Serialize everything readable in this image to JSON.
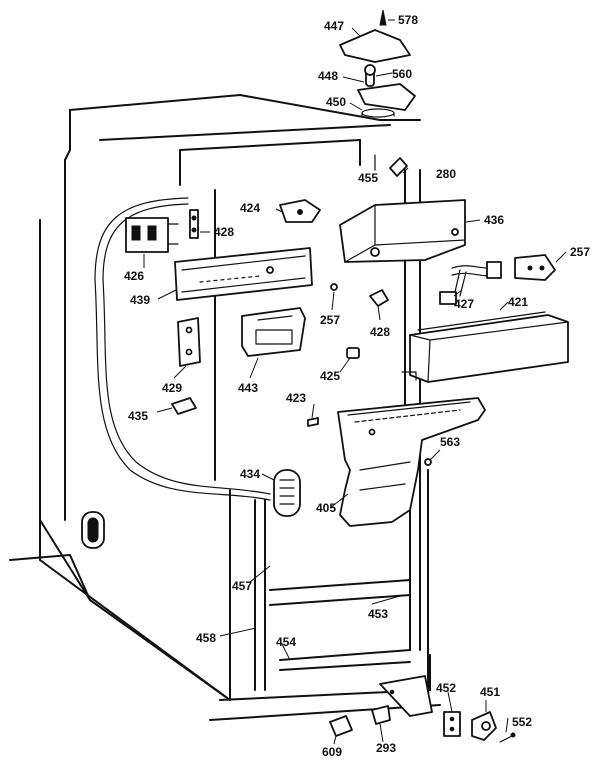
{
  "labels": {
    "p447": "447",
    "p578": "578",
    "p448": "448",
    "p560": "560",
    "p450": "450",
    "p455": "455",
    "p280": "280",
    "p424": "424",
    "p428a": "428",
    "p436": "436",
    "p426": "426",
    "p257a": "257",
    "p439": "439",
    "p427": "427",
    "p421": "421",
    "p257b": "257",
    "p428b": "428",
    "p429": "429",
    "p443": "443",
    "p425": "425",
    "p423": "423",
    "p435": "435",
    "p563": "563",
    "p434": "434",
    "p405": "405",
    "p457": "457",
    "p453": "453",
    "p458": "458",
    "p454": "454",
    "p452": "452",
    "p451": "451",
    "p552": "552",
    "p609": "609",
    "p293": "293"
  }
}
